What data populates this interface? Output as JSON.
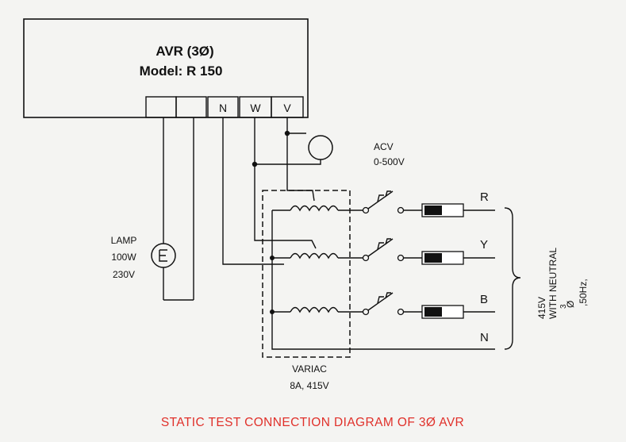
{
  "avr": {
    "title": "AVR (3Ø)",
    "model": "Model: R 150",
    "terminals": [
      "N",
      "W",
      "V"
    ]
  },
  "meter": {
    "label_line1": "ACV",
    "label_line2": "0-500V",
    "icon": "voltmeter-icon"
  },
  "lamp": {
    "line1": "LAMP",
    "line2": "100W",
    "line3": "230V",
    "icon": "lamp-icon"
  },
  "variac": {
    "line1": "VARIAC",
    "line2": "8A, 415V"
  },
  "lines": [
    "R",
    "Y",
    "B",
    "N"
  ],
  "supply": {
    "line1": "415V",
    "line2": "WITH NEUTRAL",
    "line3": "3",
    "line4": "Ø",
    "line5": ",50Hz,"
  },
  "caption": "STATIC TEST CONNECTION DIAGRAM OF 3Ø AVR",
  "colors": {
    "caption": "#e0302a",
    "ink": "#111111",
    "background": "#f4f4f2"
  }
}
